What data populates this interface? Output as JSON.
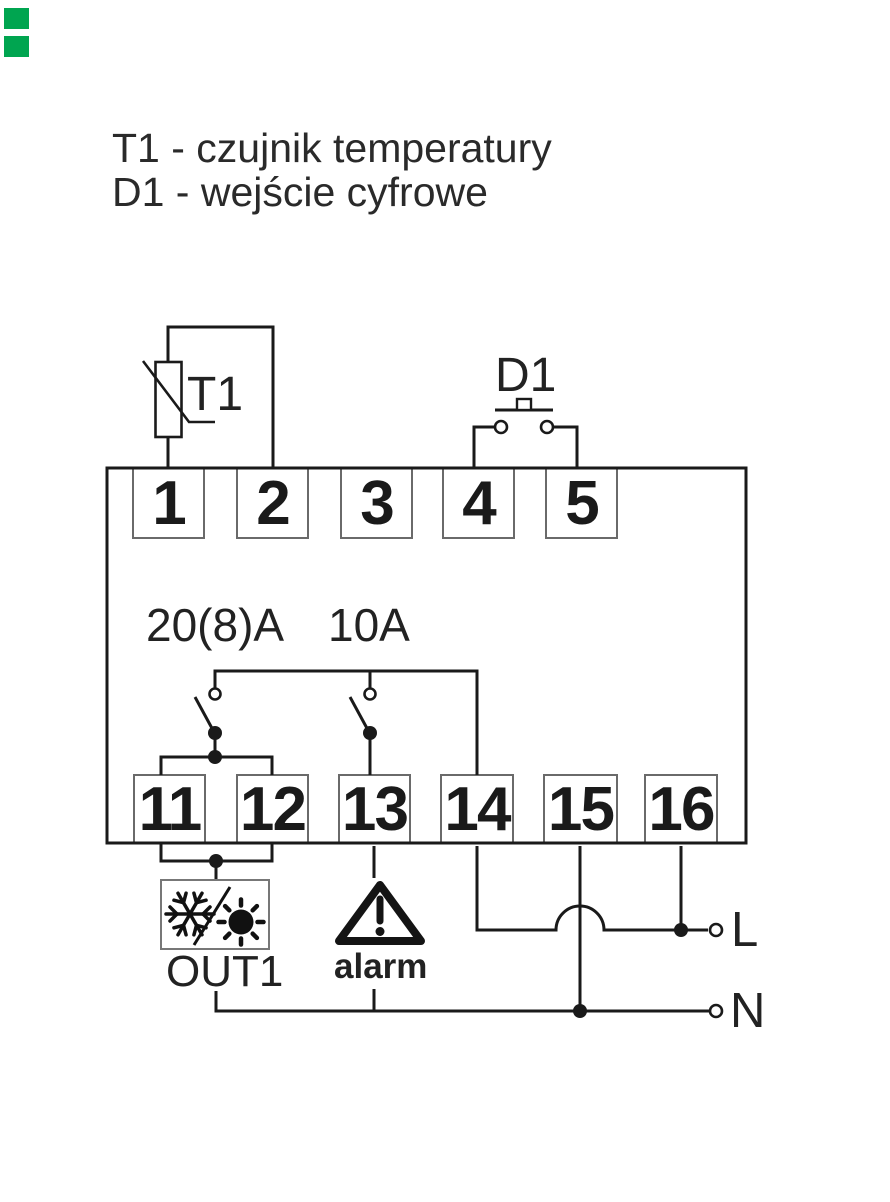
{
  "page": {
    "background": "#ffffff",
    "type": "wiring-diagram"
  },
  "corner_marks": {
    "color": "#00a550",
    "count": 2
  },
  "legend": {
    "line1": "T1 - czujnik temperatury",
    "line2": "D1 - wejście cyfrowe"
  },
  "diagram": {
    "sensor_label": "T1",
    "digital_input_label": "D1",
    "relay_main_rating": "20(8)A",
    "relay_alarm_rating": "10A",
    "top_terminals": [
      "1",
      "2",
      "3",
      "4",
      "5"
    ],
    "bottom_terminals": [
      "11",
      "12",
      "13",
      "14",
      "15",
      "16"
    ],
    "output_label": "OUT1",
    "alarm_label": "alarm",
    "live_label": "L",
    "neutral_label": "N",
    "icons": {
      "sensor": "thermistor-icon",
      "digital_input": "push-button-icon",
      "relay_contacts": "switch-icon",
      "out1": "snowflake-slash-sun-icon",
      "alarm": "warning-triangle-icon"
    },
    "colors": {
      "wire": "#1a1a1a",
      "terminal_border": "#6a6a6a",
      "text": "#262626"
    }
  }
}
